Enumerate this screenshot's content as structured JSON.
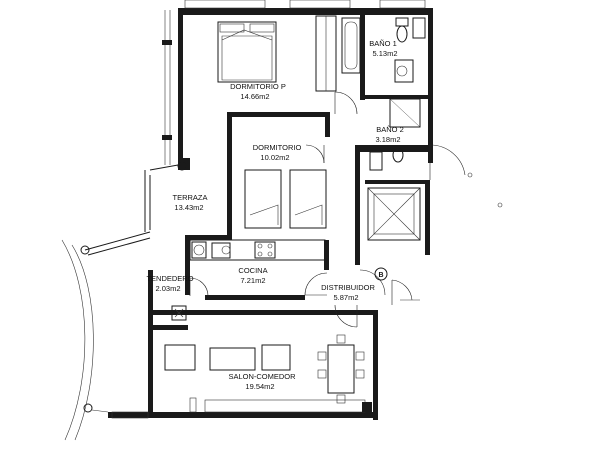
{
  "rooms": [
    {
      "id": "dormitorio-p",
      "name": "DORMITORIO  P",
      "area": "14.66m2"
    },
    {
      "id": "bano-1",
      "name": "BAÑO  1",
      "area": "5.13m2"
    },
    {
      "id": "bano-2",
      "name": "BAÑO  2",
      "area": "3.18m2"
    },
    {
      "id": "dormitorio",
      "name": "DORMITORIO",
      "area": "10.02m2"
    },
    {
      "id": "terraza",
      "name": "TERRAZA",
      "area": "13.43m2"
    },
    {
      "id": "cocina",
      "name": "COCINA",
      "area": "7.21m2"
    },
    {
      "id": "tendedero",
      "name": "TENDEDERO",
      "area": "2.03m2"
    },
    {
      "id": "distribuidor",
      "name": "DISTRIBUIDOR",
      "area": "5.87m2"
    },
    {
      "id": "salon-comedor",
      "name": "SALON-COMEDOR",
      "area": "19.54m2"
    }
  ],
  "markers": {
    "b_label": "B"
  },
  "colors": {
    "ink": "#1a1a1a",
    "background": "#ffffff"
  }
}
